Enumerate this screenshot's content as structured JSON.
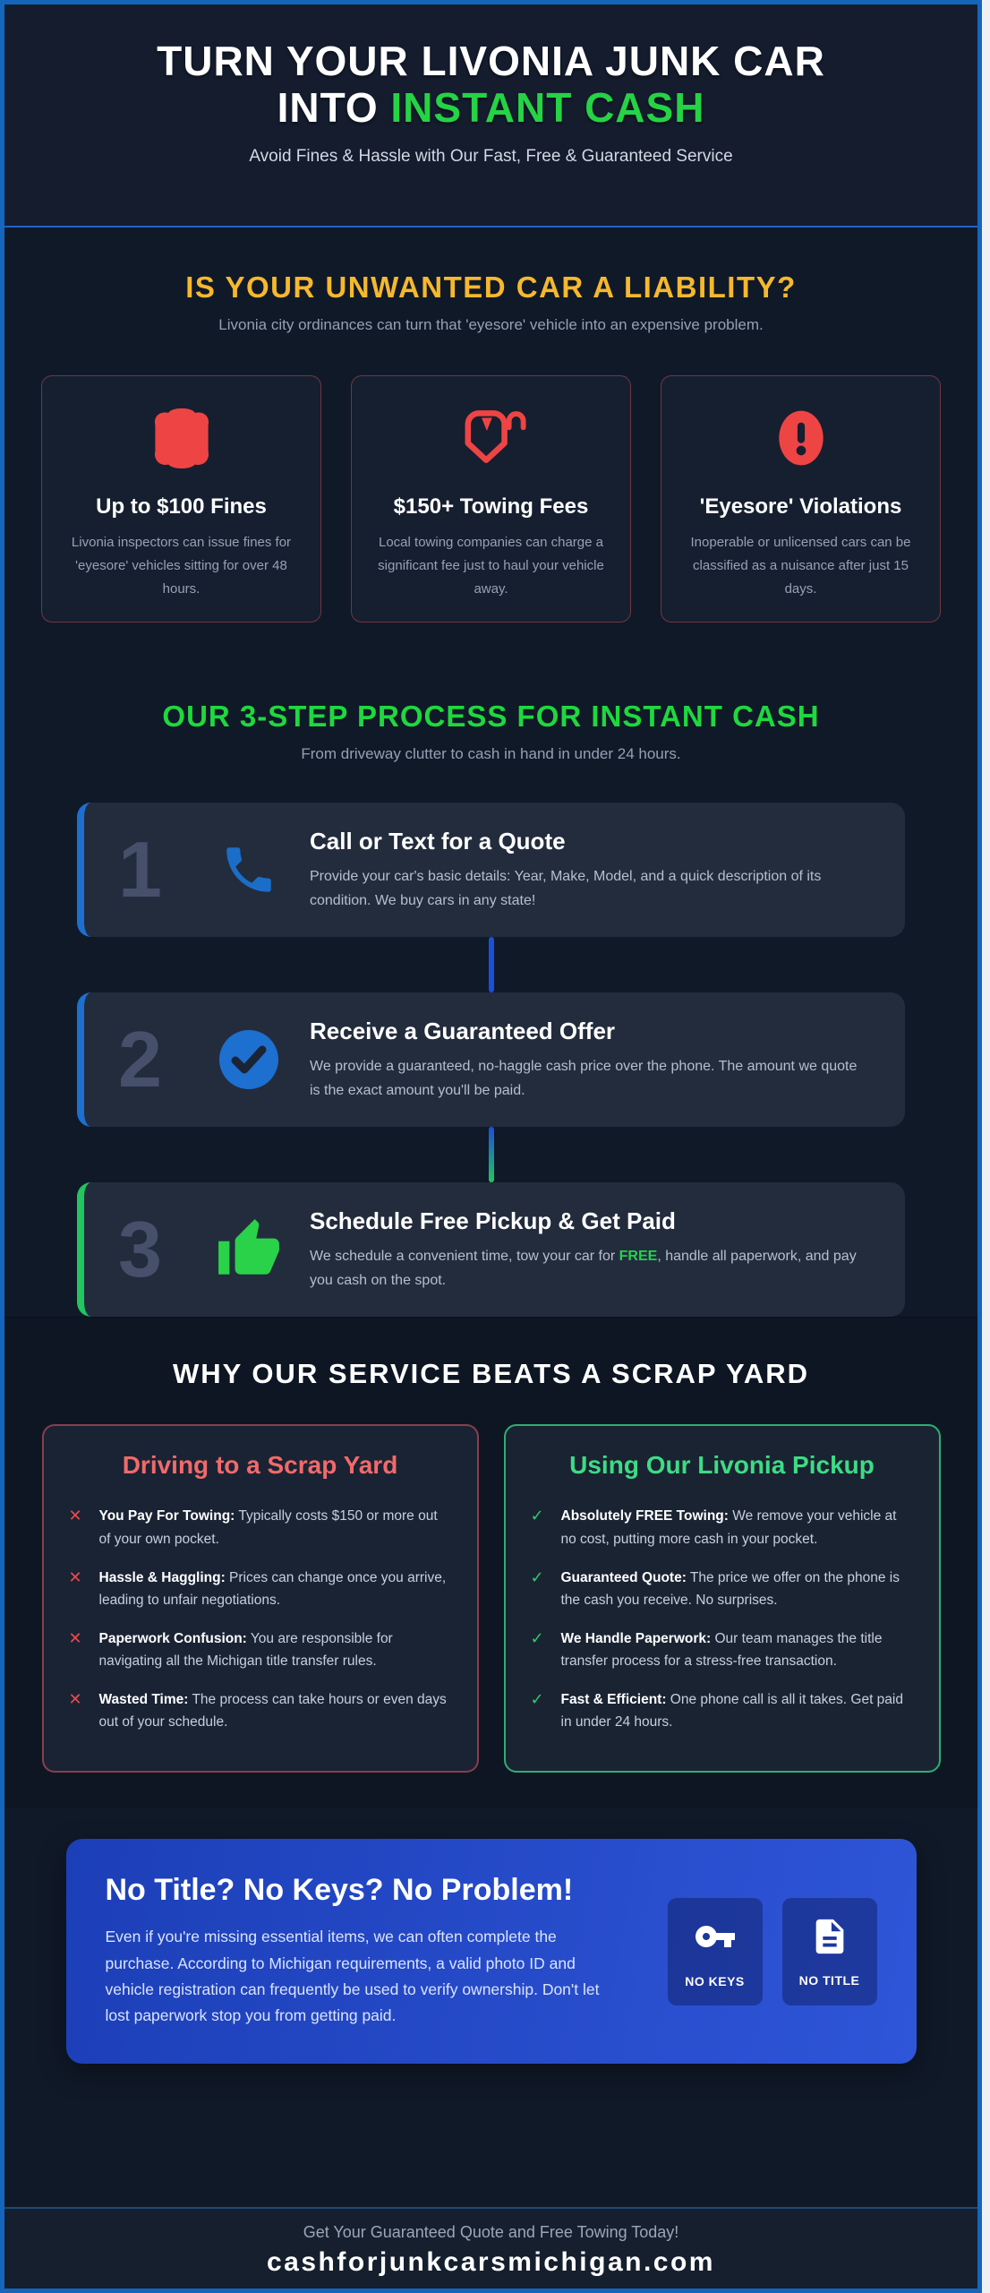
{
  "colors": {
    "page_border_blue": "#1466bd",
    "accent_yellow": "#f5b82e",
    "accent_green": "#22d34b",
    "accent_red": "#ef4444",
    "accent_blue": "#1d6fd0"
  },
  "header": {
    "title_line1": "TURN YOUR LIVONIA JUNK CAR",
    "title_line2_prefix": "INTO ",
    "title_line2_highlight": "INSTANT CASH",
    "subtitle": "Avoid Fines & Hassle with Our Fast, Free & Guaranteed Service"
  },
  "liability": {
    "title": "IS YOUR UNWANTED CAR A LIABILITY?",
    "subtitle": "Livonia city ordinances can turn that 'eyesore' vehicle into an expensive problem.",
    "cards": [
      {
        "icon": "fine-ticket-icon",
        "title": "Up to $100 Fines",
        "body": "Livonia inspectors can issue fines for 'eyesore' vehicles sitting for over 48 hours."
      },
      {
        "icon": "tow-hook-icon",
        "title": "$150+ Towing Fees",
        "body": "Local towing companies can charge a significant fee just to haul your vehicle away."
      },
      {
        "icon": "alert-icon",
        "title": "'Eyesore' Violations",
        "body": "Inoperable or unlicensed cars can be classified as a nuisance after just 15 days."
      }
    ]
  },
  "process": {
    "title": "OUR 3-STEP PROCESS FOR INSTANT CASH",
    "subtitle": "From driveway clutter to cash in hand in under 24 hours.",
    "steps": [
      {
        "number": "1",
        "icon": "phone-icon",
        "title": "Call or Text for a Quote",
        "body": "Provide your car's basic details: Year, Make, Model, and a quick description of its condition. We buy cars in any state!"
      },
      {
        "number": "2",
        "icon": "check-circle-icon",
        "title": "Receive a Guaranteed Offer",
        "body": "We provide a guaranteed, no-haggle cash price over the phone. The amount we quote is the exact amount you'll be paid."
      },
      {
        "number": "3",
        "icon": "thumbs-up-icon",
        "title": "Schedule Free Pickup & Get Paid",
        "body_before": "We schedule a convenient time, tow your car for ",
        "free_label": "FREE",
        "body_after": ", handle all paperwork, and pay you cash on the spot."
      }
    ]
  },
  "comparison": {
    "title": "WHY OUR SERVICE BEATS A SCRAP YARD",
    "x_mark": "✕",
    "check_mark": "✓",
    "negative": {
      "heading": "Driving to a Scrap Yard",
      "items": [
        {
          "lead": "You Pay For Towing:",
          "text": " Typically costs $150 or more out of your own pocket."
        },
        {
          "lead": "Hassle & Haggling:",
          "text": " Prices can change once you arrive, leading to unfair negotiations."
        },
        {
          "lead": "Paperwork Confusion:",
          "text": " You are responsible for navigating all the Michigan title transfer rules."
        },
        {
          "lead": "Wasted Time:",
          "text": " The process can take hours or even days out of your schedule."
        }
      ]
    },
    "positive": {
      "heading": "Using Our Livonia Pickup",
      "items": [
        {
          "lead": "Absolutely FREE Towing:",
          "text": " We remove your vehicle at no cost, putting more cash in your pocket."
        },
        {
          "lead": "Guaranteed Quote:",
          "text": " The price we offer on the phone is the cash you receive. No surprises."
        },
        {
          "lead": "We Handle Paperwork:",
          "text": " Our team manages the title transfer process for a stress-free transaction."
        },
        {
          "lead": "Fast & Efficient:",
          "text": " One phone call is all it takes. Get paid in under 24 hours."
        }
      ]
    }
  },
  "cta": {
    "title": "No Title? No Keys? No Problem!",
    "body": "Even if you're missing essential items, we can often complete the purchase. According to Michigan requirements, a valid photo ID and vehicle registration can frequently be used to verify ownership. Don't let lost paperwork stop you from getting paid.",
    "badges": [
      {
        "icon": "key-icon",
        "label": "NO KEYS"
      },
      {
        "icon": "document-icon",
        "label": "NO TITLE"
      }
    ]
  },
  "footer": {
    "tagline": "Get Your Guaranteed Quote and Free Towing Today!",
    "domain": "cashforjunkcarsmichigan.com"
  }
}
